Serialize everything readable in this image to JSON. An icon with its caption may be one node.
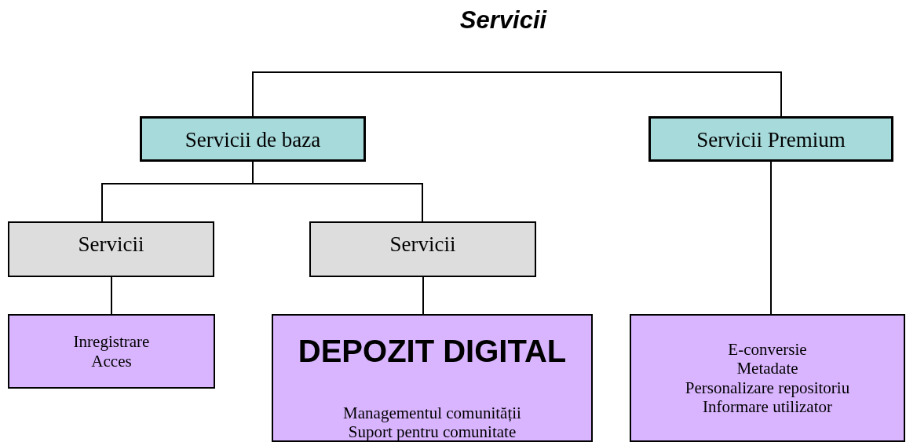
{
  "diagram": {
    "nodes": [
      {
        "text": [
          "Servicii"
        ]
      },
      {
        "text": [
          "Servicii de baza"
        ]
      },
      {
        "text": [
          "Servicii Premium"
        ]
      },
      {
        "text": [
          "Servicii"
        ]
      },
      {
        "text": [
          "Servicii"
        ]
      },
      {
        "text": [
          "Inregistrare",
          "Acces"
        ]
      },
      {
        "text": [
          "DEPOZIT DIGITAL",
          "Managementul comunității",
          "Suport pentru comunitate"
        ]
      },
      {
        "text": [
          "E-conversie",
          "Metadate",
          "Personalizare repositoriu",
          "Informare utilizator"
        ]
      }
    ],
    "edges": [
      {
        "from": 0,
        "to": 1,
        "arrow": "none"
      },
      {
        "from": 0,
        "to": 2,
        "arrow": "none"
      },
      {
        "from": 1,
        "to": 3,
        "arrow": "none"
      },
      {
        "from": 1,
        "to": 4,
        "arrow": "none"
      },
      {
        "from": 3,
        "to": 5,
        "arrow": "none"
      },
      {
        "from": 4,
        "to": 6,
        "arrow": "none"
      },
      {
        "from": 2,
        "to": 7,
        "arrow": "none"
      }
    ]
  }
}
